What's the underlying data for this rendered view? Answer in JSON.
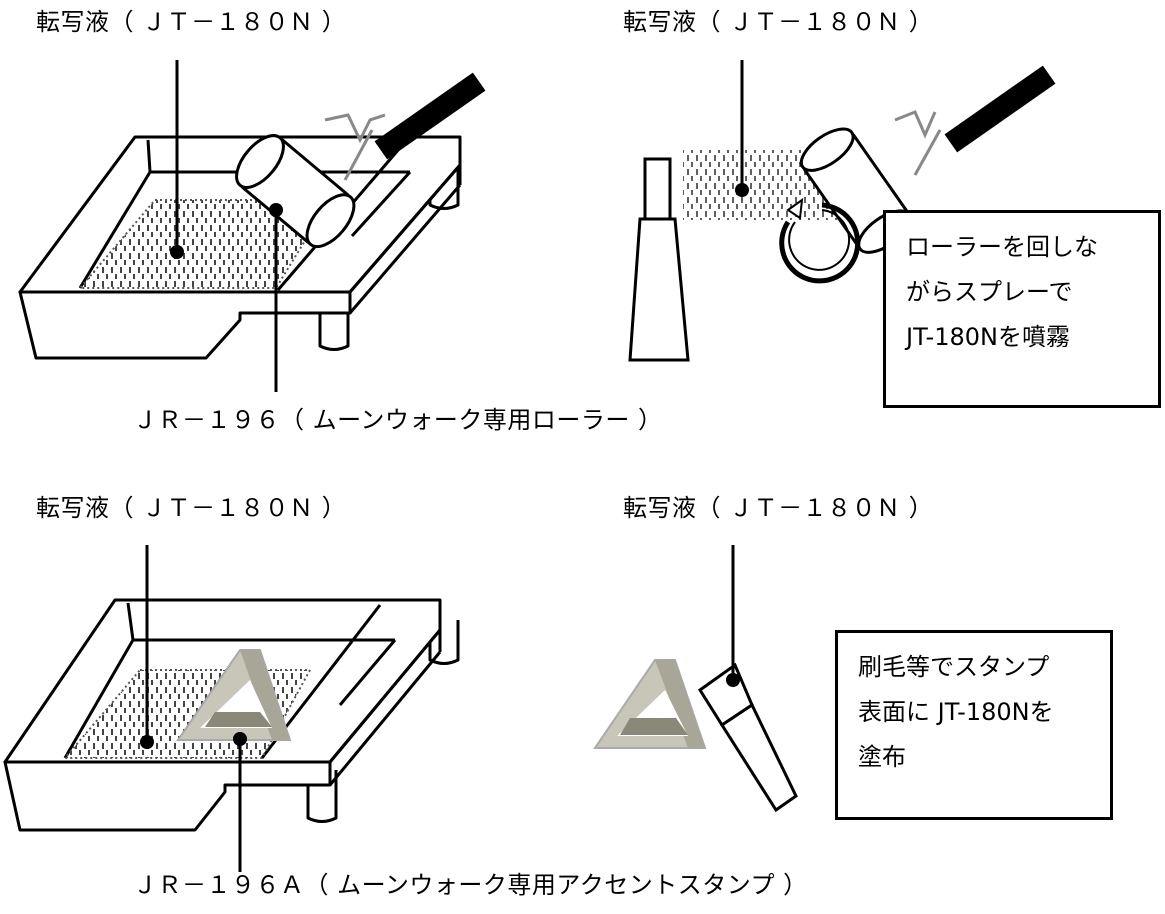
{
  "labels": {
    "liquid_top_left": "転写液（ ＪＴ－１８０Ｎ ）",
    "liquid_top_right": "転写液（ ＪＴ－１８０Ｎ ）",
    "liquid_bottom_left": "転写液（ ＪＴ－１８０Ｎ ）",
    "liquid_bottom_right": "転写液（ ＪＴ－１８０Ｎ ）",
    "roller_caption": "ＪＲ－１９６（ ムーンウォーク専用ローラー ）",
    "stamp_caption": "ＪＲ－１９６Ａ（ ムーンウォーク専用アクセントスタンプ ）"
  },
  "spray_box": {
    "lines": [
      "ローラーを回しな",
      "がらスプレーで",
      "JT-180Nを噴霧"
    ]
  },
  "brush_box": {
    "lines": [
      "刷毛等でスタンプ",
      "表面に JT-180Nを",
      "塗布"
    ]
  },
  "colors": {
    "stamp_light": "#c8c6b8",
    "stamp_dark": "#8a8878",
    "handle_gray": "#8c8c8c"
  }
}
